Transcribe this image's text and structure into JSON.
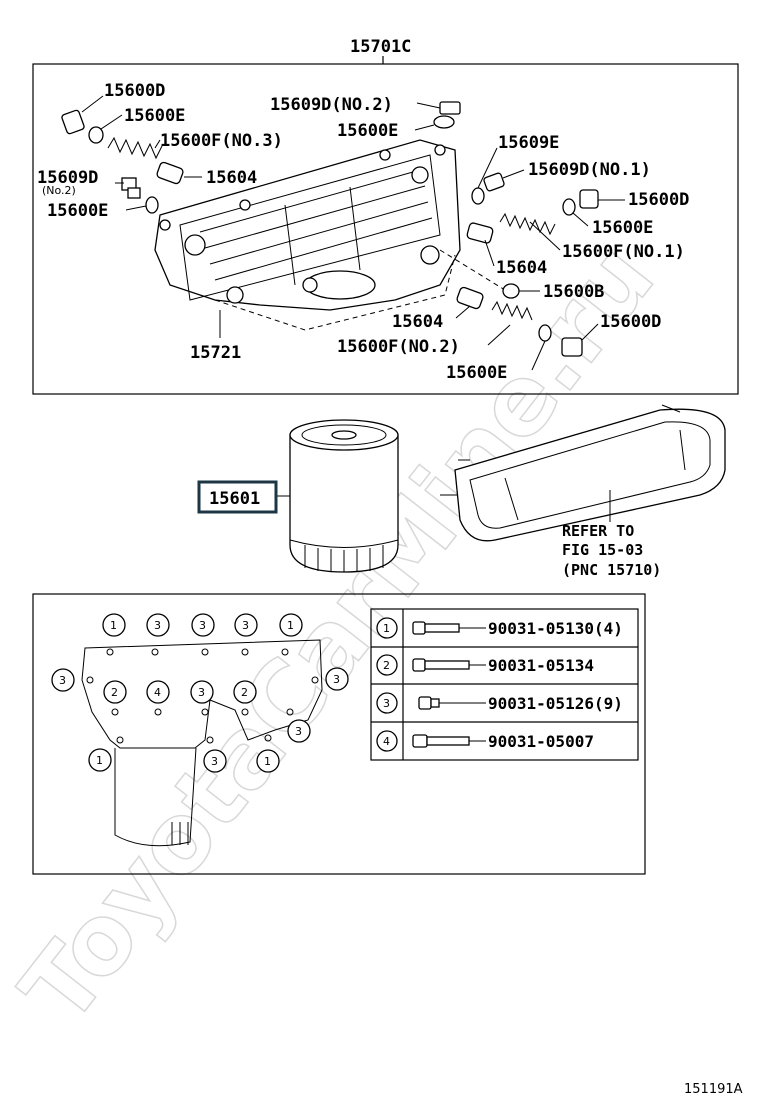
{
  "watermark": "ToyotaCarMine.ru",
  "main_assembly": "15701C",
  "upper_labels": {
    "a": "15600D",
    "b": "15600E",
    "c": "15600F(NO.3)",
    "d": "15609D",
    "d_sub": "(No.2)",
    "e": "15600E",
    "f": "15604",
    "g": "15609D(NO.2)",
    "h": "15600E",
    "i": "15609E",
    "j": "15609D(NO.1)",
    "k": "15600D",
    "l": "15600E",
    "m": "15600F(NO.1)",
    "n": "15604",
    "o": "15600B",
    "p": "15604",
    "q": "15600D",
    "r": "15600F(NO.2)",
    "s": "15721",
    "t": "15600E"
  },
  "filter_label": "15601",
  "refer_note": {
    "line1": "REFER TO",
    "line2": "FIG 15-03",
    "line3": "(PNC 15710)"
  },
  "bolt_callouts": {
    "top": [
      "1",
      "3",
      "3",
      "3",
      "1"
    ],
    "left": "3",
    "right": "3",
    "middle": [
      "2",
      "4",
      "3",
      "2"
    ],
    "bottom": [
      "1",
      "3",
      "1"
    ],
    "lower_mid": "3"
  },
  "bolt_table": [
    {
      "no": "1",
      "part": "90031-05130(4)"
    },
    {
      "no": "2",
      "part": "90031-05134"
    },
    {
      "no": "3",
      "part": "90031-05126(9)"
    },
    {
      "no": "4",
      "part": "90031-05007"
    }
  ],
  "figure_code": "151191A"
}
